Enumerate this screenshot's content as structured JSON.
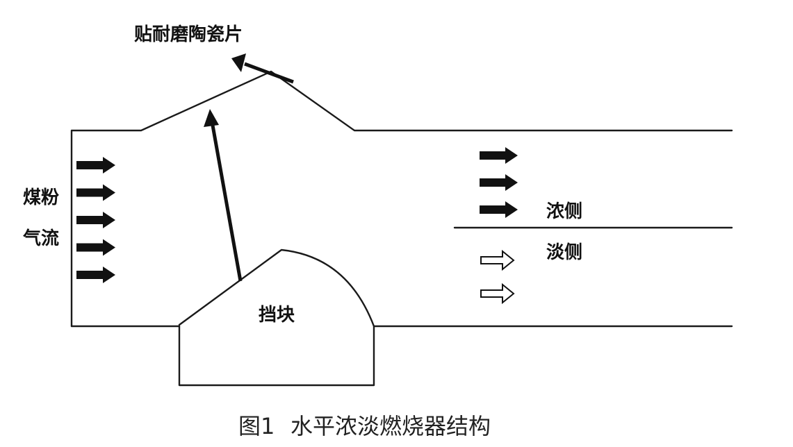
{
  "labels": {
    "ceramic_liner": "贴耐磨陶瓷片",
    "coal_powder_line1": "煤粉",
    "coal_powder_line2": "气流",
    "rich_side": "浓侧",
    "lean_side": "淡侧",
    "block": "挡块"
  },
  "caption": {
    "figure_number": "图1",
    "title": "水平浓淡燃烧器结构"
  },
  "colors": {
    "stroke": "#1a1a1a",
    "background": "#ffffff",
    "caption_text": "#222222"
  },
  "arrows": {
    "inlet_count": 5,
    "rich_count": 3,
    "lean_count": 2,
    "inlet_style": "solid",
    "rich_style": "solid",
    "lean_style": "hollow"
  }
}
